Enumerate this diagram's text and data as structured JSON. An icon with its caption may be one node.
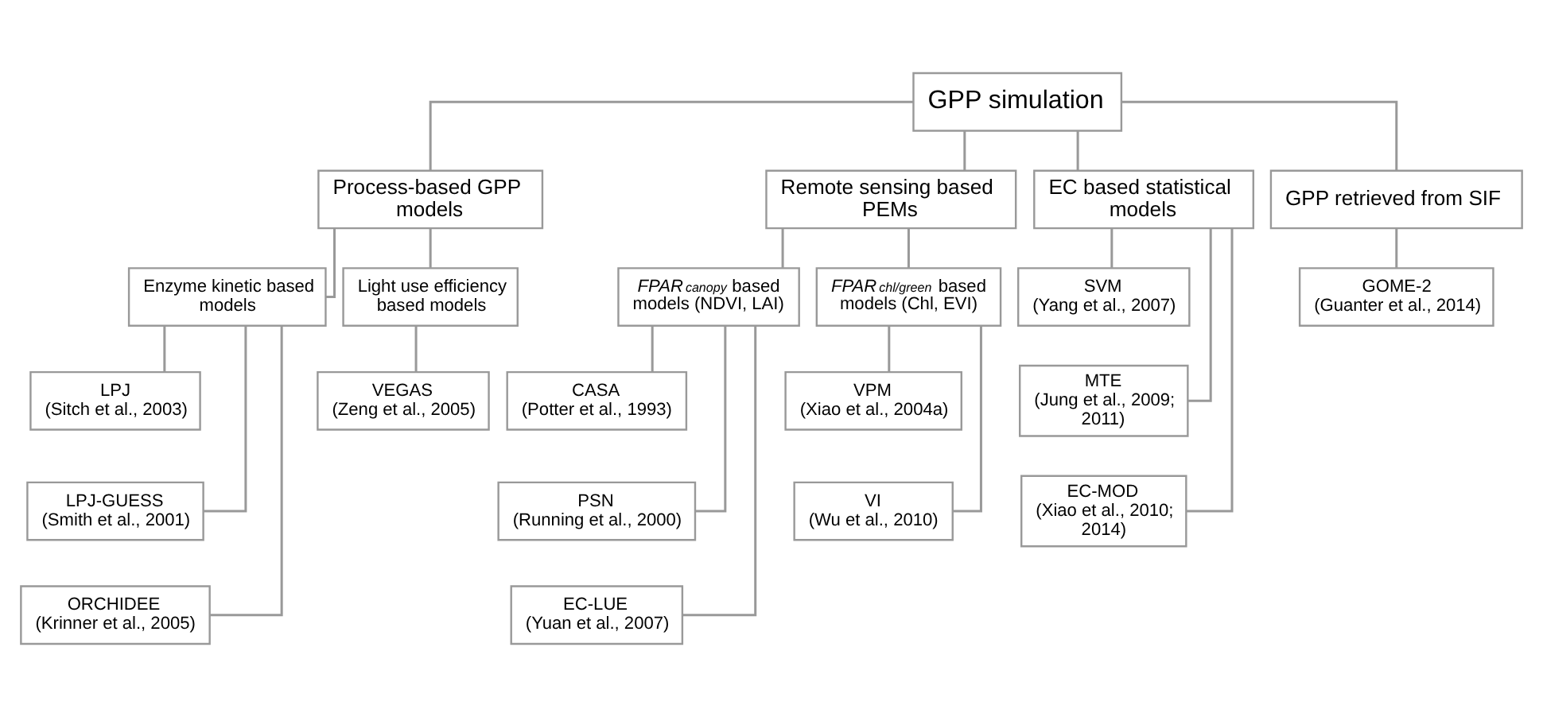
{
  "diagram": {
    "nodes": [
      {
        "text": [
          "GPP simulation"
        ]
      },
      {
        "text": [
          "Process-based GPP models"
        ]
      },
      {
        "text": [
          "Remote sensing based PEMs"
        ]
      },
      {
        "text": [
          "EC based statistical models"
        ]
      },
      {
        "text": [
          "GPP retrieved from SIF"
        ]
      },
      {
        "text": [
          "Enzyme kinetic based models"
        ]
      },
      {
        "text": [
          "Light use efficiency based models"
        ]
      },
      {
        "text": [
          "LPJ",
          "(Sitch et al., 2003)"
        ]
      },
      {
        "text": [
          "LPJ-GUESS",
          "(Smith et al., 2001)"
        ]
      },
      {
        "text": [
          "ORCHIDEE",
          "(Krinner et al., 2005)"
        ]
      },
      {
        "text": [
          "VEGAS",
          "(Zeng et al., 2005)"
        ]
      },
      {
        "text": [
          "*FPAR*$_{canopy}$ based models (NDVI, LAI)"
        ]
      },
      {
        "text": [
          "*FPAR*$_{chl/green}$ based models (Chl, EVI)"
        ]
      },
      {
        "text": [
          "CASA",
          "(Potter et al., 1993)"
        ]
      },
      {
        "text": [
          "PSN",
          "(Running et al., 2000)"
        ]
      },
      {
        "text": [
          "EC-LUE",
          "(Yuan et al., 2007)"
        ]
      },
      {
        "text": [
          "VPM",
          "(Xiao et al., 2004a)"
        ]
      },
      {
        "text": [
          "VI",
          "(Wu et al., 2010)"
        ]
      },
      {
        "text": [
          "SVM",
          "(Yang et al., 2007)"
        ]
      },
      {
        "text": [
          "MTE",
          "(Jung et al., 2009; 2011)"
        ]
      },
      {
        "text": [
          "EC-MOD",
          "(Xiao et al., 2010; 2014)"
        ]
      },
      {
        "text": [
          "GOME-2",
          "(Guanter et al., 2014)"
        ]
      }
    ],
    "edges": [
      {
        "from": 0,
        "to": 1,
        "arrow": "none"
      },
      {
        "from": 0,
        "to": 2,
        "arrow": "none"
      },
      {
        "from": 0,
        "to": 3,
        "arrow": "none"
      },
      {
        "from": 0,
        "to": 4,
        "arrow": "none"
      },
      {
        "from": 1,
        "to": 5,
        "arrow": "none"
      },
      {
        "from": 1,
        "to": 6,
        "arrow": "none"
      },
      {
        "from": 5,
        "to": 7,
        "arrow": "none"
      },
      {
        "from": 5,
        "to": 8,
        "arrow": "none"
      },
      {
        "from": 5,
        "to": 9,
        "arrow": "none"
      },
      {
        "from": 6,
        "to": 10,
        "arrow": "none"
      },
      {
        "from": 2,
        "to": 11,
        "arrow": "none"
      },
      {
        "from": 2,
        "to": 12,
        "arrow": "none"
      },
      {
        "from": 11,
        "to": 13,
        "arrow": "none"
      },
      {
        "from": 11,
        "to": 14,
        "arrow": "none"
      },
      {
        "from": 11,
        "to": 15,
        "arrow": "none"
      },
      {
        "from": 12,
        "to": 16,
        "arrow": "none"
      },
      {
        "from": 12,
        "to": 17,
        "arrow": "none"
      },
      {
        "from": 3,
        "to": 18,
        "arrow": "none"
      },
      {
        "from": 3,
        "to": 19,
        "arrow": "none"
      },
      {
        "from": 3,
        "to": 20,
        "arrow": "none"
      },
      {
        "from": 4,
        "to": 21,
        "arrow": "none"
      }
    ]
  }
}
